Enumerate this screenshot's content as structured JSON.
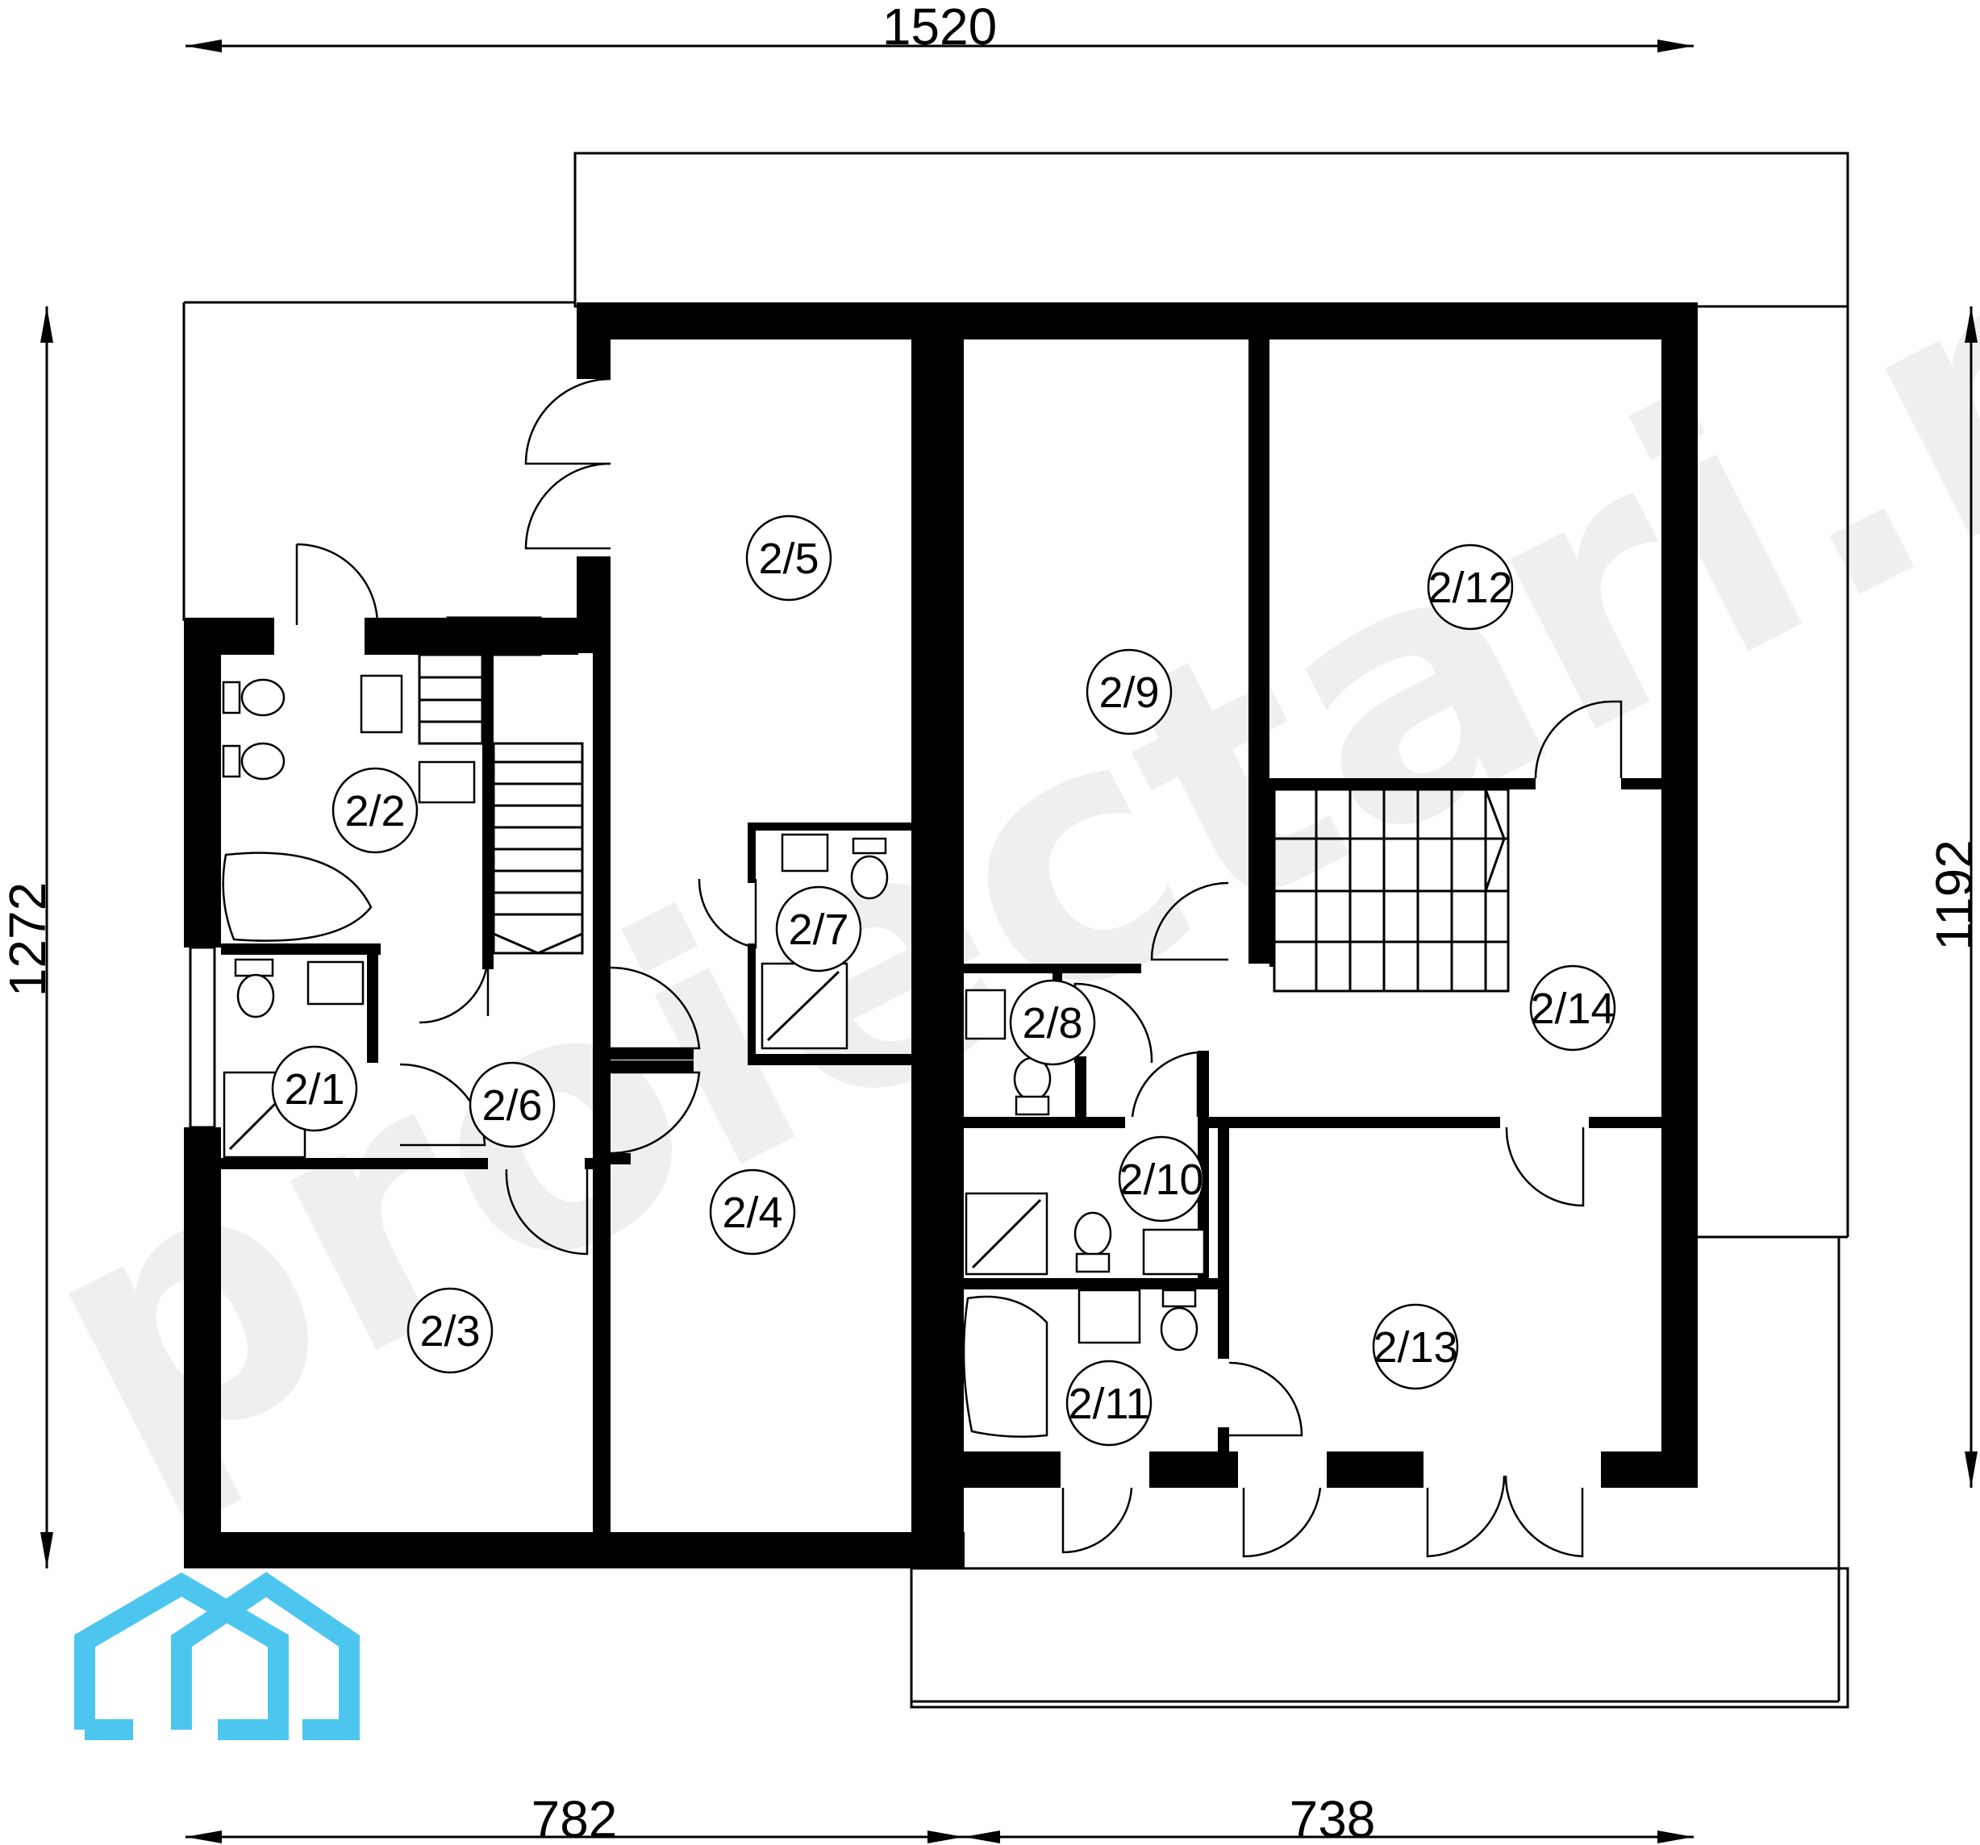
{
  "dimensions": {
    "top_overall": "1520",
    "left_overall": "1272",
    "right_overall": "1192",
    "bottom_left": "782",
    "bottom_right": "738"
  },
  "rooms": [
    {
      "id": "2/1"
    },
    {
      "id": "2/2"
    },
    {
      "id": "2/3"
    },
    {
      "id": "2/4"
    },
    {
      "id": "2/5"
    },
    {
      "id": "2/6"
    },
    {
      "id": "2/7"
    },
    {
      "id": "2/8"
    },
    {
      "id": "2/9"
    },
    {
      "id": "2/10"
    },
    {
      "id": "2/11"
    },
    {
      "id": "2/12"
    },
    {
      "id": "2/13"
    },
    {
      "id": "2/14"
    }
  ],
  "watermark": "proiectari.md",
  "logo": {
    "name": "house-logo-icon",
    "color": "#4cc6ee"
  }
}
